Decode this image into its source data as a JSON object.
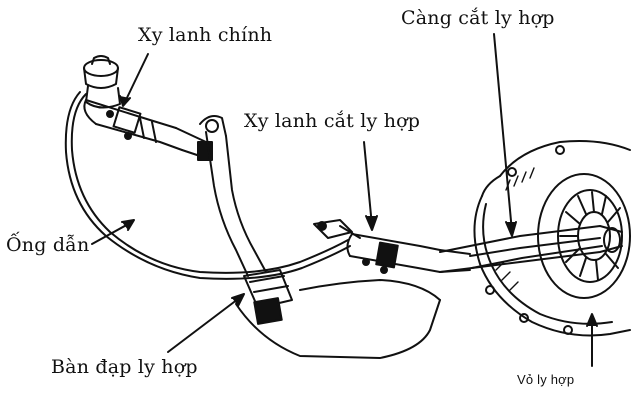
{
  "labels": {
    "master_cylinder": "Xy lanh chính",
    "release_fork": "Càng cắt ly hợp",
    "slave_cylinder": "Xy lanh cắt ly hợp",
    "hydraulic_line": "Ống dẫn",
    "clutch_pedal": "Bàn đạp ly hợp",
    "clutch_housing": "Vỏ ly hợp"
  },
  "colors": {
    "line": "#111111",
    "background": "#ffffff"
  }
}
